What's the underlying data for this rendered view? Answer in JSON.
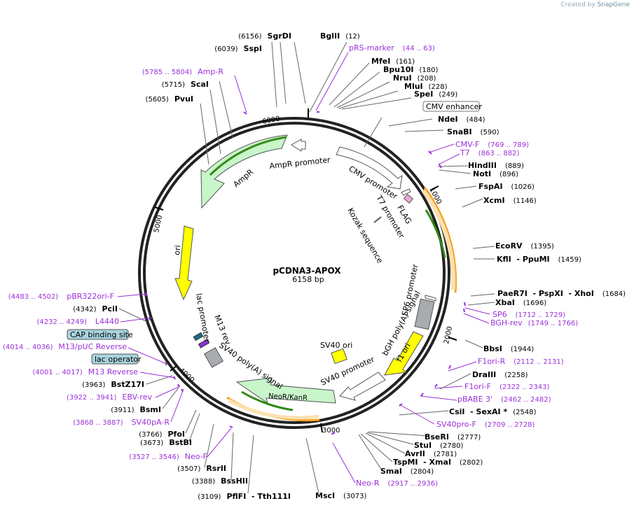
{
  "app": {
    "credit_prefix": "Created by",
    "credit_brand": "SnapGene"
  },
  "plasmid": {
    "name": "pCDNA3-APOX",
    "length_label": "6158 bp"
  },
  "colors": {
    "enzyme": "#000000",
    "primer": "#9b30d9",
    "leader": "#444444",
    "ticks": "#000000"
  },
  "ticks": [
    "1000",
    "2000",
    "3000",
    "4000",
    "5000",
    "6000"
  ],
  "enzymes_right": [
    {
      "name": "BglII",
      "pos": "(12)"
    },
    {
      "name": "MfeI",
      "pos": "(161)"
    },
    {
      "name": "Bpu10I",
      "pos": "(180)"
    },
    {
      "name": "NruI",
      "pos": "(208)"
    },
    {
      "name": "MluI",
      "pos": "(228)"
    },
    {
      "name": "SpeI",
      "pos": "(249)"
    },
    {
      "name": "NdeI",
      "pos": "(484)"
    },
    {
      "name": "SnaBI",
      "pos": "(590)"
    },
    {
      "name": "HindIII",
      "pos": "(889)"
    },
    {
      "name": "NotI",
      "pos": "(896)"
    },
    {
      "name": "FspAI",
      "pos": "(1026)"
    },
    {
      "name": "XcmI",
      "pos": "(1146)"
    },
    {
      "name": "EcoRV",
      "pos": "(1395)"
    },
    {
      "name": "KflI  - PpuMI",
      "pos": "(1459)"
    },
    {
      "name": "PaeR7I  - PspXI  - XhoI",
      "pos": "(1684)"
    },
    {
      "name": "XbaI",
      "pos": "(1696)"
    },
    {
      "name": "BbsI",
      "pos": "(1944)"
    },
    {
      "name": "DraIII",
      "pos": "(2258)"
    },
    {
      "name": "CsiI  - SexAI *",
      "pos": "(2548)"
    },
    {
      "name": "BseRI",
      "pos": "(2777)"
    },
    {
      "name": "StuI",
      "pos": "(2780)"
    },
    {
      "name": "AvrII",
      "pos": "(2781)"
    },
    {
      "name": "TspMI  - XmaI",
      "pos": "(2802)"
    },
    {
      "name": "SmaI",
      "pos": "(2804)"
    },
    {
      "name": "MscI",
      "pos": "(3073)"
    }
  ],
  "enzymes_left": [
    {
      "name": "SgrDI",
      "pos": "(6156)"
    },
    {
      "name": "SspI",
      "pos": "(6039)"
    },
    {
      "name": "ScaI",
      "pos": "(5715)"
    },
    {
      "name": "PvuI",
      "pos": "(5605)"
    },
    {
      "name": "PciI",
      "pos": "(4342)"
    },
    {
      "name": "BstZ17I",
      "pos": "(3963)"
    },
    {
      "name": "BsmI",
      "pos": "(3911)"
    },
    {
      "name": "PfoI",
      "pos": "(3766)"
    },
    {
      "name": "BstBI",
      "pos": "(3673)"
    },
    {
      "name": "RsrII",
      "pos": "(3507)"
    },
    {
      "name": "BssHII",
      "pos": "(3388)"
    },
    {
      "name": "PflFI  - Tth111I",
      "pos": "(3109)"
    }
  ],
  "primers_right": [
    {
      "name": "pRS-marker",
      "range": "(44 .. 63)"
    },
    {
      "name": "CMV-F",
      "range": "(769 .. 789)"
    },
    {
      "name": "T7",
      "range": "(863 .. 882)"
    },
    {
      "name": "SP6",
      "range": "(1712 .. 1729)"
    },
    {
      "name": "BGH-rev",
      "range": "(1749 .. 1766)"
    },
    {
      "name": "F1ori-R",
      "range": "(2112 .. 2131)"
    },
    {
      "name": "F1ori-F",
      "range": "(2322 .. 2343)"
    },
    {
      "name": "pBABE 3'",
      "range": "(2462 .. 2482)"
    },
    {
      "name": "SV40pro-F",
      "range": "(2709 .. 2728)"
    },
    {
      "name": "Neo-R",
      "range": "(2917 .. 2936)"
    }
  ],
  "primers_left": [
    {
      "name": "Amp-R",
      "range": "(5785 .. 5804)"
    },
    {
      "name": "pBR322ori-F",
      "range": "(4483 .. 4502)"
    },
    {
      "name": "L4440",
      "range": "(4232 .. 4249)"
    },
    {
      "name": "M13/pUC Reverse",
      "range": "(4014 .. 4036)"
    },
    {
      "name": "M13 Reverse",
      "range": "(4001 .. 4017)"
    },
    {
      "name": "EBV-rev",
      "range": "(3922 .. 3941)"
    },
    {
      "name": "SV40pA-R",
      "range": "(3868 .. 3887)"
    },
    {
      "name": "Neo-F",
      "range": "(3527 .. 3546)"
    }
  ],
  "boxed_features": [
    {
      "name": "CMV enhancer"
    },
    {
      "name": "CAP binding site"
    },
    {
      "name": "lac operator"
    }
  ],
  "inner_features": [
    "AmpR promoter",
    "AmpR",
    "CMV promoter",
    "T7 promoter",
    "FLAG",
    "Kozak sequence",
    "ori",
    "SP6 promoter",
    "bGH poly(A) signal",
    "f1 ori",
    "SV40 ori",
    "SV40 promoter",
    "NeoR/KanR",
    "SV40 poly(A) signal",
    "M13 rev",
    "lac promoter"
  ]
}
